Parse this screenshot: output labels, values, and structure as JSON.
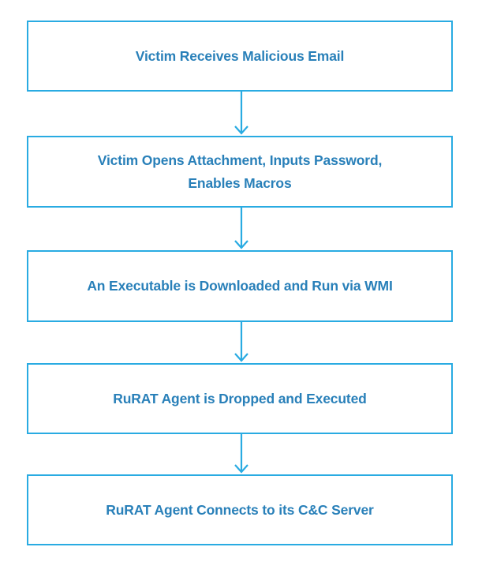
{
  "diagram": {
    "type": "flowchart",
    "orientation": "vertical",
    "title": "",
    "colors": {
      "box_border": "#29abe2",
      "box_fill": "#ffffff",
      "text": "#2980b9",
      "connector": "#29abe2",
      "background": "#ffffff"
    },
    "nodes": [
      {
        "id": "stage-1",
        "label": "Victim Receives Malicious Email"
      },
      {
        "id": "stage-2",
        "label": "Victim Opens Attachment, Inputs Password,\nEnables Macros"
      },
      {
        "id": "stage-3",
        "label": "An Executable is Downloaded and Run via WMI"
      },
      {
        "id": "stage-4",
        "label": "RuRAT Agent is Dropped and Executed"
      },
      {
        "id": "stage-5",
        "label": "RuRAT Agent Connects to its C&C Server"
      }
    ],
    "connectors": [
      {
        "id": "connector-1",
        "from": "stage-1",
        "to": "stage-2",
        "icon": "arrow-down-icon"
      },
      {
        "id": "connector-2",
        "from": "stage-2",
        "to": "stage-3",
        "icon": "arrow-down-icon"
      },
      {
        "id": "connector-3",
        "from": "stage-3",
        "to": "stage-4",
        "icon": "arrow-down-icon"
      },
      {
        "id": "connector-4",
        "from": "stage-4",
        "to": "stage-5",
        "icon": "arrow-down-icon"
      }
    ]
  }
}
